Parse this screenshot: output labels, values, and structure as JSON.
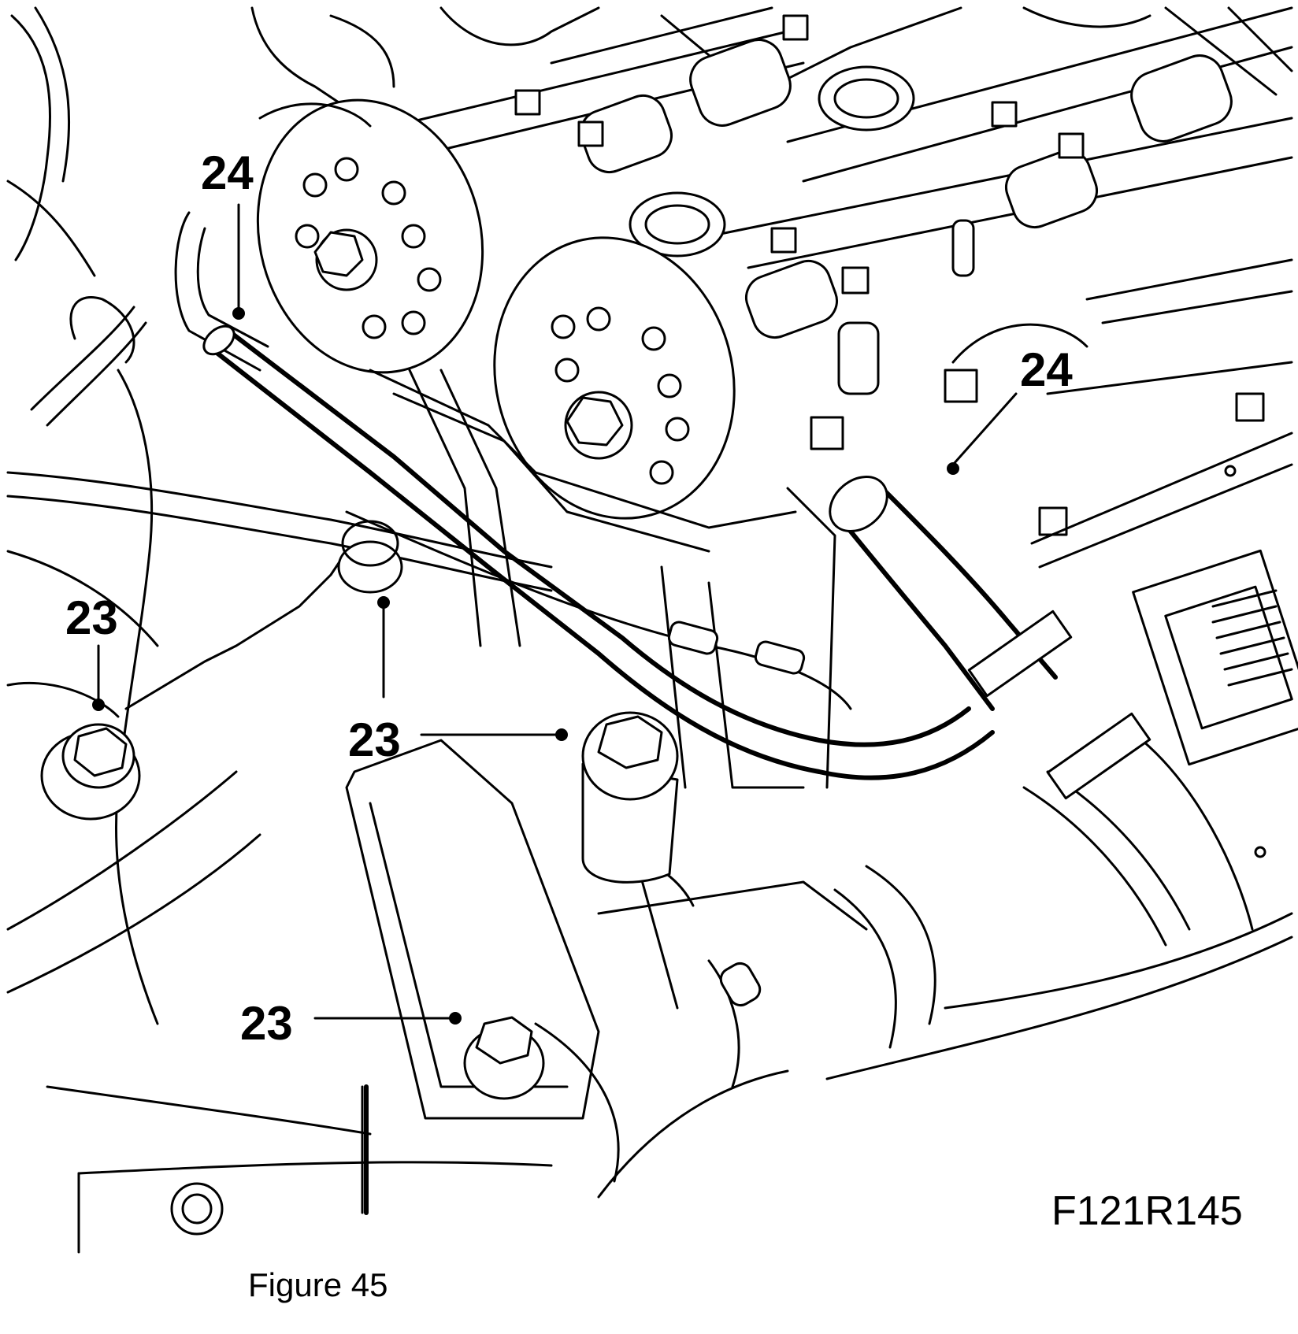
{
  "figure": {
    "callouts": {
      "top_left": "24",
      "right": "24",
      "left": "23",
      "center": "23",
      "bottom": "23"
    },
    "code": "F121R145",
    "caption": "Figure 45"
  },
  "colors": {
    "line": "#000000",
    "background": "#ffffff"
  }
}
